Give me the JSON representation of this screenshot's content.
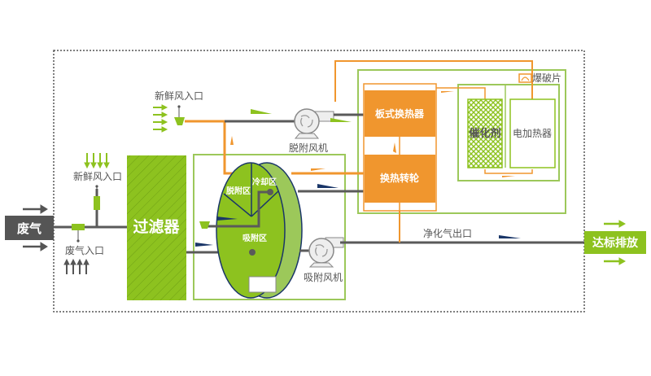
{
  "colors": {
    "green": "#8dc21f",
    "light_green": "#9cc85a",
    "orange": "#f0962e",
    "dark_gray": "#555555",
    "navy": "#1a3668",
    "pipe": "#5a5a5a"
  },
  "labels": {
    "waste_gas": "废气",
    "fresh_air_inlet_1": "新鲜风入口",
    "waste_gas_inlet": "废气入口",
    "filter": "过滤器",
    "fresh_air_inlet_2": "新鲜风入口",
    "desorption_fan": "脱附风机",
    "desorption_zone": "脱附区",
    "cooling_zone": "冷却区",
    "adsorption_zone": "吸附区",
    "adsorption_fan": "吸附风机",
    "plate_heat_exchanger": "板式换热器",
    "heat_exchange_wheel": "换热转轮",
    "catalyst": "催化剂",
    "electric_heater": "电加热器",
    "rupture_disc": "爆破片",
    "purified_gas_outlet": "净化气出口",
    "compliant_discharge": "达标排放"
  }
}
